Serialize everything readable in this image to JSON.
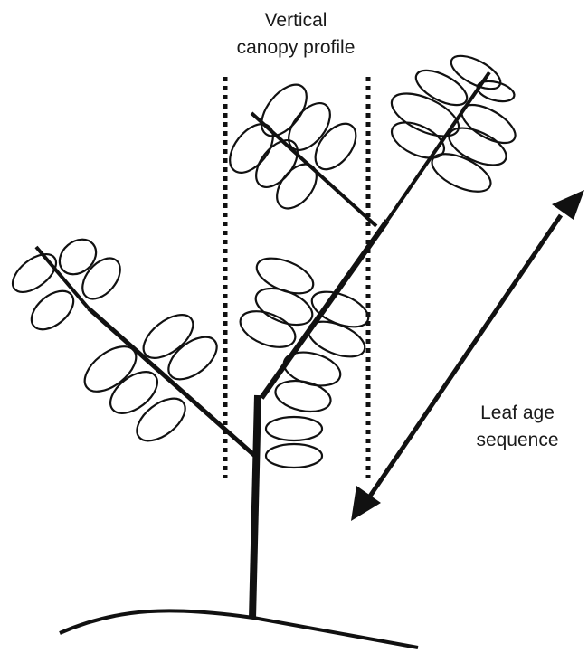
{
  "labels": {
    "profile_line1": "Vertical",
    "profile_line2": "canopy profile",
    "age_line1": "Leaf age",
    "age_line2": "sequence"
  },
  "colors": {
    "ink": "#111111",
    "background": "#ffffff"
  }
}
